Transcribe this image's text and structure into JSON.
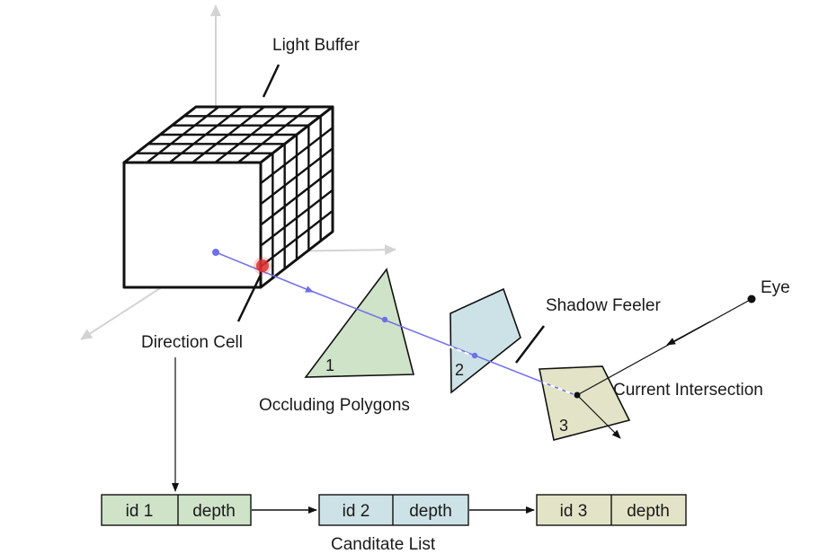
{
  "labels": {
    "light_buffer": "Light Buffer",
    "direction_cell": "Direction Cell",
    "occluding_polygons": "Occluding Polygons",
    "shadow_feeler": "Shadow Feeler",
    "eye": "Eye",
    "current_intersection": "Current Intersection",
    "candidate_list": "Canditate List"
  },
  "polygons": [
    {
      "number": "1",
      "color": "#cfe3c8"
    },
    {
      "number": "2",
      "color": "#cde2e6"
    },
    {
      "number": "3",
      "color": "#e3e4c7"
    }
  ],
  "candidate_list": [
    {
      "id": "id 1",
      "depth": "depth",
      "color": "#cfe3c8"
    },
    {
      "id": "id 2",
      "depth": "depth",
      "color": "#cde2e6"
    },
    {
      "id": "id 3",
      "depth": "depth",
      "color": "#e3e4c7"
    }
  ],
  "colors": {
    "axis": "#d3d3d3",
    "ray": "#6f6fe8",
    "direction_cell_marker": "#e03030",
    "outline": "#111111"
  }
}
